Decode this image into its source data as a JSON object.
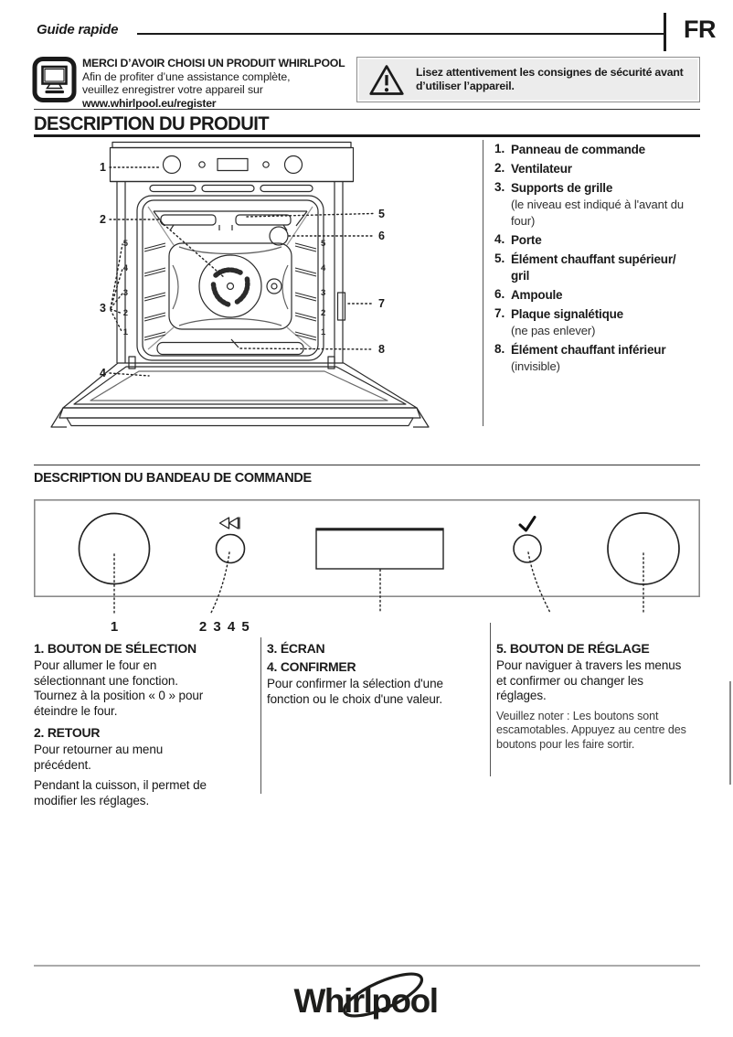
{
  "header": {
    "guide_label": "Guide rapide",
    "language": "FR"
  },
  "register": {
    "icon": "register-computer-icon",
    "title": "MERCI D’AVOIR CHOISI UN PRODUIT WHIRLPOOL",
    "line1": "Afin de profiter d’une assistance complète,",
    "line2": "veuillez enregistrer votre appareil sur",
    "url": "www.whirlpool.eu/register"
  },
  "warning": {
    "icon": "warning-triangle-icon",
    "text": "Lisez attentivement les consignes de sécurité avant\nd’utiliser l’appareil.",
    "bg": "#ececec",
    "border": "#8c8c8c"
  },
  "product": {
    "title": "DESCRIPTION DU PRODUIT",
    "parts": [
      {
        "num": "1.",
        "label": "Panneau de commande",
        "note": ""
      },
      {
        "num": "2.",
        "label": "Ventilateur",
        "note": ""
      },
      {
        "num": "3.",
        "label": "Supports de grille",
        "note": "(le niveau est indiqué à l'avant du\nfour)"
      },
      {
        "num": "4.",
        "label": "Porte",
        "note": ""
      },
      {
        "num": "5.",
        "label": "Élément chauffant supérieur/\ngril",
        "note": ""
      },
      {
        "num": "6.",
        "label": "Ampoule",
        "note": ""
      },
      {
        "num": "7.",
        "label": "Plaque signalétique",
        "note": "(ne pas enlever)"
      },
      {
        "num": "8.",
        "label": "Élément chauffant inférieur",
        "note": "(invisible)"
      }
    ],
    "diagram": {
      "callouts": [
        "1",
        "2",
        "3",
        "4",
        "5",
        "6",
        "7",
        "8"
      ],
      "shelf_levels": [
        "5",
        "4",
        "3",
        "2",
        "1"
      ]
    }
  },
  "panel": {
    "title": "DESCRIPTION DU BANDEAU DE COMMANDE",
    "back_icon": "back-previous-icon",
    "confirm_icon": "checkmark-icon",
    "knob_label": "1",
    "buttons_label": "2 3 4 5"
  },
  "columns": {
    "c1": {
      "h1": "1. BOUTON DE SÉLECTION",
      "p1": "Pour allumer le four en\nsélectionnant une fonction.\nTournez à la position « 0 » pour\néteindre le four.",
      "h2": "2. RETOUR",
      "p2": "Pour retourner au menu\nprécédent.",
      "p3": "Pendant la cuisson, il permet de\nmodifier les réglages."
    },
    "c2": {
      "h1": "3. ÉCRAN",
      "h2": "4. CONFIRMER",
      "p1": "Pour confirmer la sélection d'une\nfonction ou le choix d'une valeur."
    },
    "c3": {
      "h1": "5. BOUTON DE RÉGLAGE",
      "p1": "Pour naviguer à travers les menus\net confirmer ou changer les\nréglages.",
      "note": "Veuillez noter : Les boutons sont\nescamotables. Appuyez au centre des\nboutons pour les faire sortir."
    }
  },
  "footer": {
    "logo_text": "Whirlpool"
  }
}
